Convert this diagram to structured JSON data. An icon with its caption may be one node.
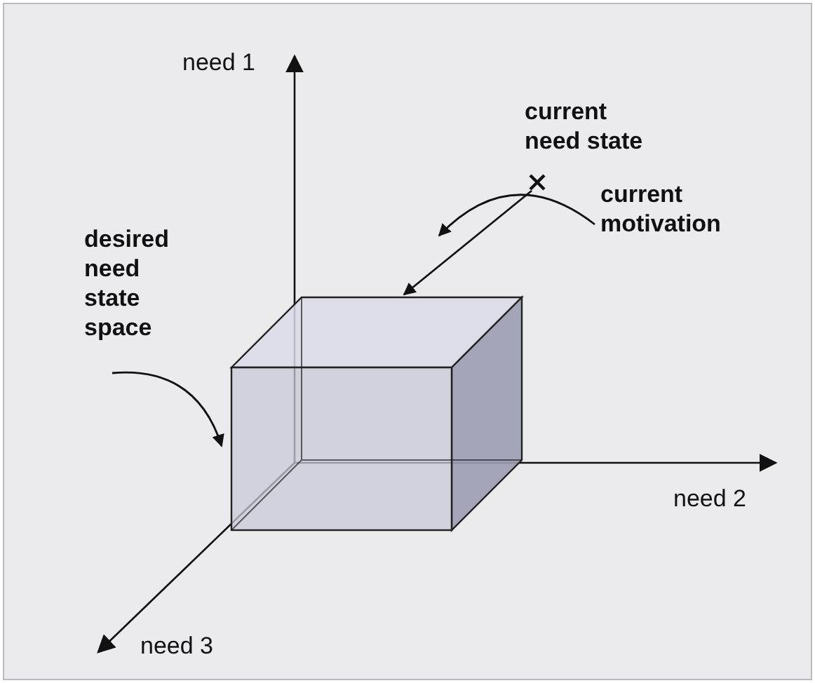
{
  "diagram": {
    "nodes": [
      {
        "text": [],
        "shape": "cross",
        "beside": [
          "current need state"
        ]
      },
      {
        "text": [
          "current motivation"
        ]
      },
      {
        "text": [
          "desired need state space"
        ]
      },
      {
        "text": [],
        "shape": "box"
      }
    ],
    "edges": [
      {
        "from": 0,
        "to": 3,
        "arrow": "to"
      },
      {
        "from": 1,
        "to": null,
        "arrow": "to"
      },
      {
        "from": 2,
        "to": 3,
        "arrow": "to"
      }
    ],
    "labels": [
      "need 1",
      "need 2",
      "need 3"
    ]
  }
}
